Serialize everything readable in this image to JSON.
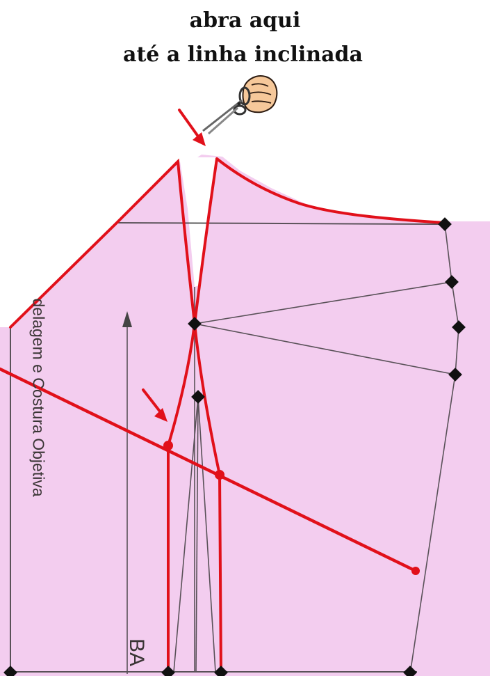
{
  "instruction": {
    "line1": "abra aqui",
    "line2": "até a linha inclinada"
  },
  "watermark": "delagem e Costura Objetiva",
  "bottom_label": "BA",
  "icons": [
    "scissors-icon",
    "arrow-down-right-icon"
  ],
  "colors": {
    "paper": "#f3cdef",
    "pattern_line": "#e1101a",
    "draft_line": "#333333",
    "background": "#ffffff",
    "text": "#111111"
  }
}
